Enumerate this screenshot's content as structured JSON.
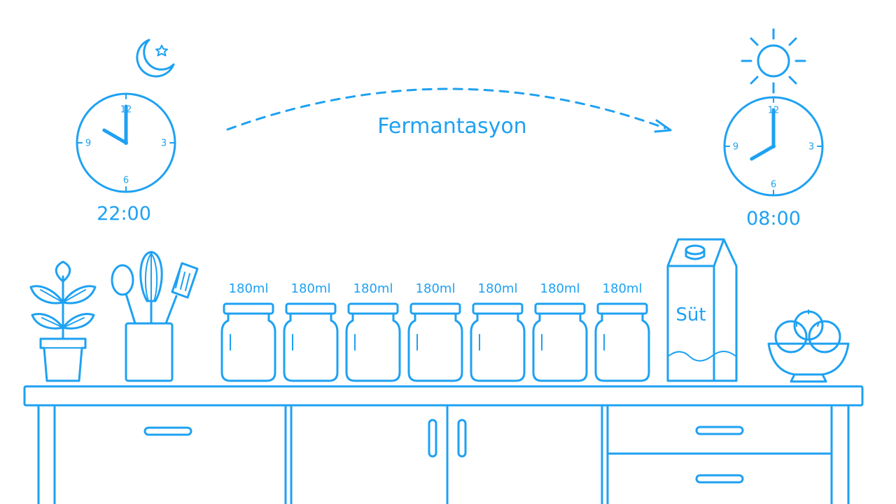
{
  "process": {
    "label": "Fermantasyon"
  },
  "start": {
    "time": "22:00",
    "hour": 10,
    "minute": 0,
    "dial": [
      "12",
      "3",
      "6",
      "9"
    ],
    "icon": "moon-star-icon"
  },
  "end": {
    "time": "08:00",
    "hour": 8,
    "minute": 0,
    "dial": [
      "12",
      "3",
      "6",
      "9"
    ],
    "icon": "sun-icon"
  },
  "jars": [
    {
      "label": "180ml"
    },
    {
      "label": "180ml"
    },
    {
      "label": "180ml"
    },
    {
      "label": "180ml"
    },
    {
      "label": "180ml"
    },
    {
      "label": "180ml"
    },
    {
      "label": "180ml"
    }
  ],
  "milk": {
    "label": "Süt"
  },
  "color": "#1ea1f2"
}
